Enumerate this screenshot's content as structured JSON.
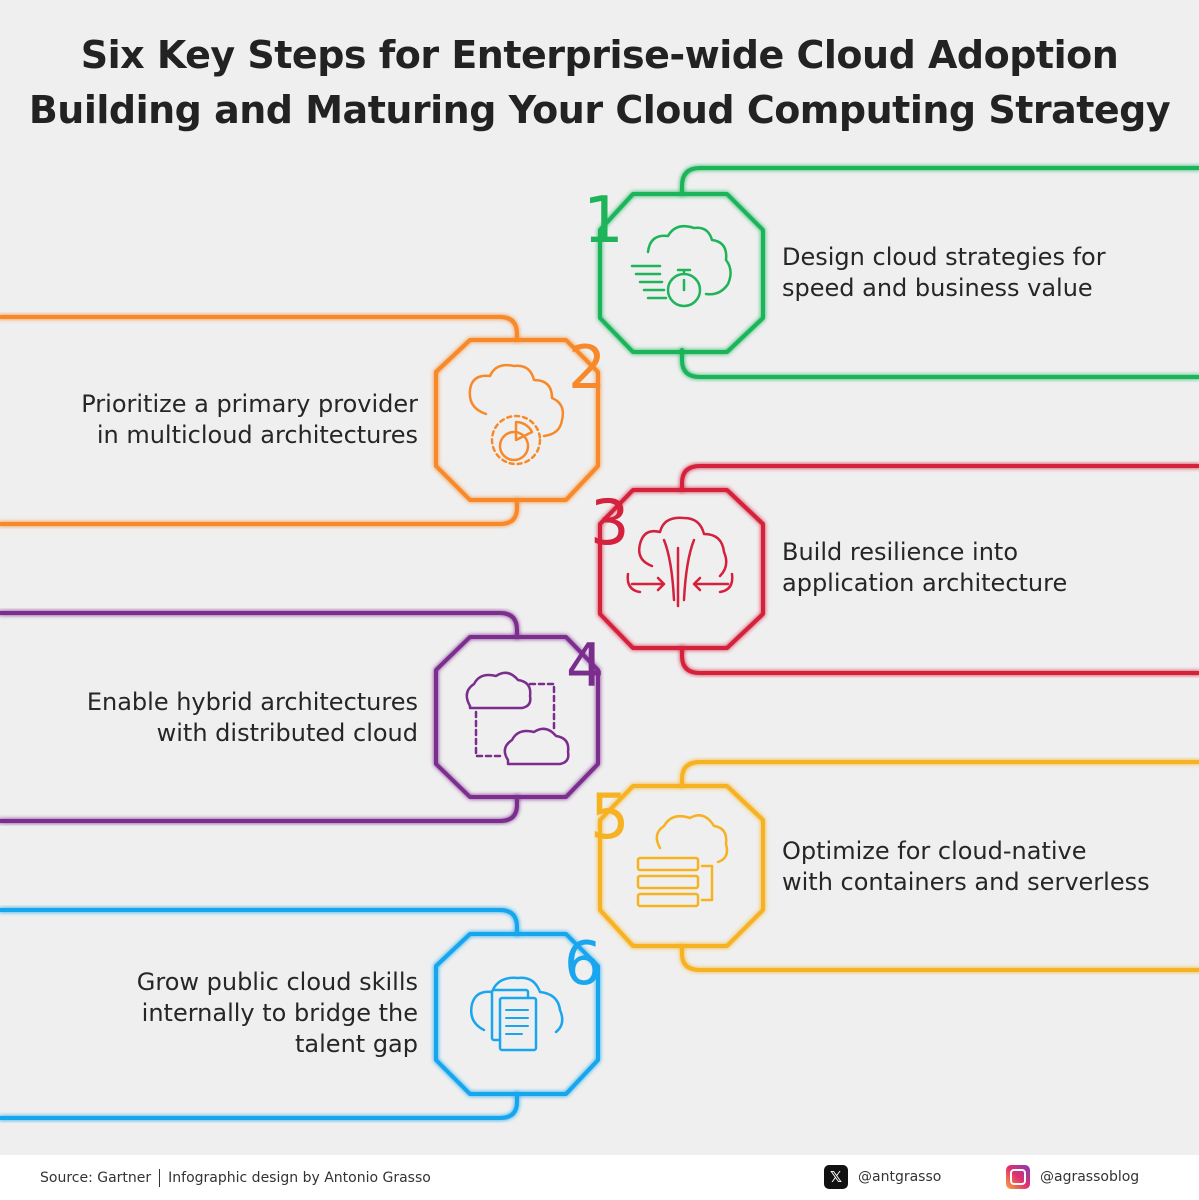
{
  "title": {
    "line1": "Six Key Steps for Enterprise-wide Cloud Adoption",
    "line2": "Building and Maturing Your Cloud Computing Strategy"
  },
  "steps": [
    {
      "number": "1",
      "side": "right",
      "color": "#1fb45a",
      "icon": "cloud-stopwatch-icon",
      "text": [
        "Design cloud strategies for",
        "speed and business value"
      ]
    },
    {
      "number": "2",
      "side": "left",
      "color": "#f7892a",
      "icon": "cloud-pie-chart-icon",
      "text": [
        "Prioritize a primary provider",
        "in multicloud architectures"
      ]
    },
    {
      "number": "3",
      "side": "right",
      "color": "#d4213d",
      "icon": "cloud-resilience-icon",
      "text": [
        "Build resilience into",
        "application architecture"
      ]
    },
    {
      "number": "4",
      "side": "left",
      "color": "#7b2d8e",
      "icon": "hybrid-clouds-icon",
      "text": [
        "Enable hybrid architectures",
        "with distributed cloud"
      ]
    },
    {
      "number": "5",
      "side": "right",
      "color": "#f6b223",
      "icon": "cloud-server-icon",
      "text": [
        "Optimize for cloud-native",
        "with containers and serverless"
      ]
    },
    {
      "number": "6",
      "side": "left",
      "color": "#19a6ee",
      "icon": "cloud-documents-icon",
      "text": [
        "Grow public cloud skills",
        "internally to bridge the",
        "talent gap"
      ]
    }
  ],
  "footer": {
    "source": "Source: Gartner",
    "credit": "Infographic design by Antonio Grasso",
    "x_handle": "@antgrasso",
    "x_icon": "x-logo-icon",
    "instagram_handle": "@agrassoblog",
    "instagram_icon": "instagram-icon"
  }
}
